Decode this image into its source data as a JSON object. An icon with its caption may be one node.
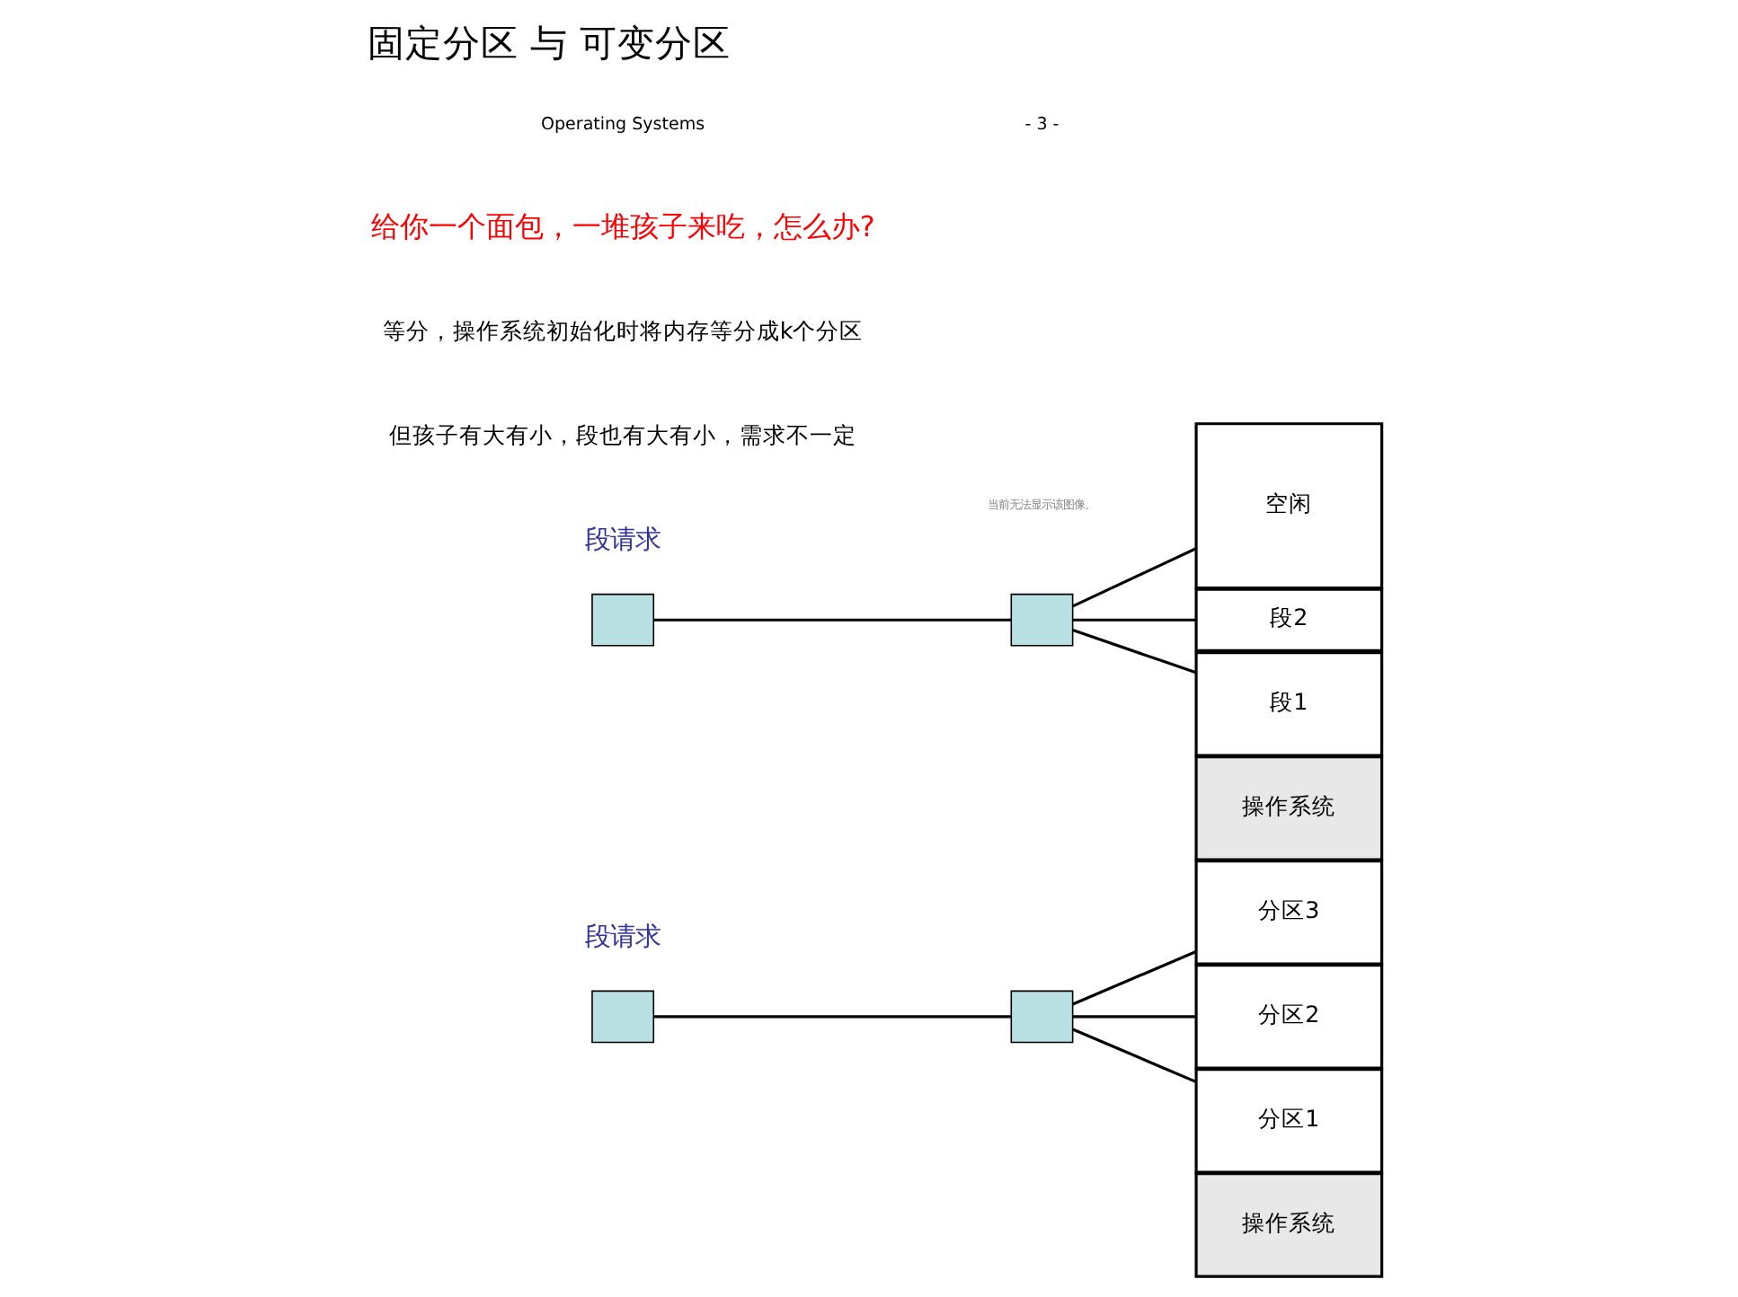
{
  "diagram": {
    "title": "固定分区 与 可变分区",
    "nodes": [
      {
        "text": [],
        "shape": "box"
      },
      {
        "text": [],
        "shape": "box"
      },
      {
        "text": [
          "分区3"
        ]
      },
      {
        "text": [
          "分区2"
        ]
      },
      {
        "text": [
          "分区1"
        ]
      },
      {
        "text": [
          "操作系统"
        ]
      },
      {
        "text": [],
        "shape": "box"
      },
      {
        "text": [],
        "shape": "box"
      },
      {
        "text": [
          "空闲"
        ]
      },
      {
        "text": [
          "段2"
        ]
      },
      {
        "text": [
          "段1"
        ]
      },
      {
        "text": [
          "操作系统"
        ]
      }
    ],
    "edges": [
      {
        "from": 0,
        "to": 1,
        "arrow": "none"
      },
      {
        "from": 1,
        "to": 2,
        "arrow": "none"
      },
      {
        "from": 1,
        "to": 3,
        "arrow": "none"
      },
      {
        "from": 1,
        "to": 4,
        "arrow": "none"
      },
      {
        "from": 6,
        "to": 7,
        "arrow": "none"
      },
      {
        "from": 7,
        "to": 8,
        "arrow": "none"
      },
      {
        "from": 7,
        "to": 9,
        "arrow": "none"
      },
      {
        "from": 7,
        "to": 10,
        "arrow": "none"
      }
    ],
    "labels": [
      "给你一个面包，一堆孩子来吃，怎么办?",
      "等分，操作系统初始化时将内存等分成k个分区",
      "但孩子有大有小，段也有大有小，需求不一定",
      "段请求",
      "段请求",
      "当前无法显示该图像。",
      "Operating Systems",
      "- 3 -"
    ]
  }
}
